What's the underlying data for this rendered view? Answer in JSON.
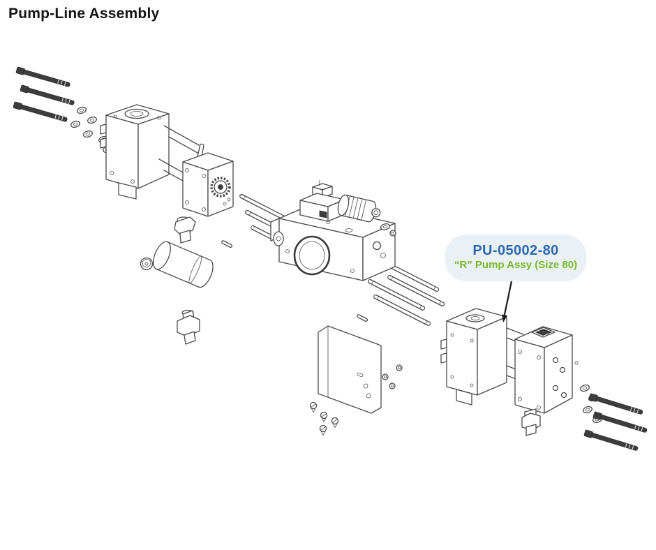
{
  "page": {
    "title": "Pump-Line Assembly"
  },
  "callout": {
    "part_number": "PU-05002-80",
    "description": "“R” Pump Assy (Size 80)"
  },
  "colors": {
    "background": "#ffffff",
    "title_text": "#141414",
    "line_art": "#4a4a4a",
    "dark_fill": "#3d3d3d",
    "callout_bubble": "#e9f1f7",
    "callout_part_number": "#2c68b0",
    "callout_description": "#7db829",
    "arrow": "#1a1a1a"
  },
  "diagram": {
    "type": "exploded-parts-diagram",
    "components": [
      {
        "name": "mounting-bolts-upper-left",
        "count": 3
      },
      {
        "name": "washers-upper-left",
        "count": 6
      },
      {
        "name": "left-pump-housing"
      },
      {
        "name": "left-gear-cover"
      },
      {
        "name": "elbow-fitting-upper"
      },
      {
        "name": "plug"
      },
      {
        "name": "filter-cylinder"
      },
      {
        "name": "elbow-fitting-lower"
      },
      {
        "name": "tie-rods"
      },
      {
        "name": "center-manifold-block"
      },
      {
        "name": "solenoid-valve"
      },
      {
        "name": "mounting-bracket-plate"
      },
      {
        "name": "bracket-screws",
        "count": 4
      },
      {
        "name": "hex-nuts",
        "count": 3
      },
      {
        "name": "right-pump-housing"
      },
      {
        "name": "right-pump-end-block"
      },
      {
        "name": "drain-fitting"
      },
      {
        "name": "washers-lower-right",
        "count": 4
      },
      {
        "name": "mounting-bolts-lower-right",
        "count": 3
      }
    ]
  }
}
